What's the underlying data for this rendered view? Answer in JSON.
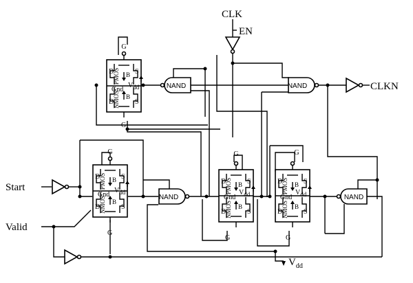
{
  "labels": {
    "clk": "CLK",
    "en": "EN",
    "clkn": "CLKN",
    "start": "Start",
    "valid": "Valid",
    "vdd_main": "V",
    "vdd_main_sub": "dd"
  },
  "gate": {
    "nand": "NAND"
  },
  "cell": {
    "g": "G",
    "d": "D",
    "s": "S",
    "b": "B",
    "gnd": "Gnd",
    "pmos": "PMOS",
    "nmos": "NMOS",
    "vdd": "V",
    "vdd_sub": "dd"
  }
}
